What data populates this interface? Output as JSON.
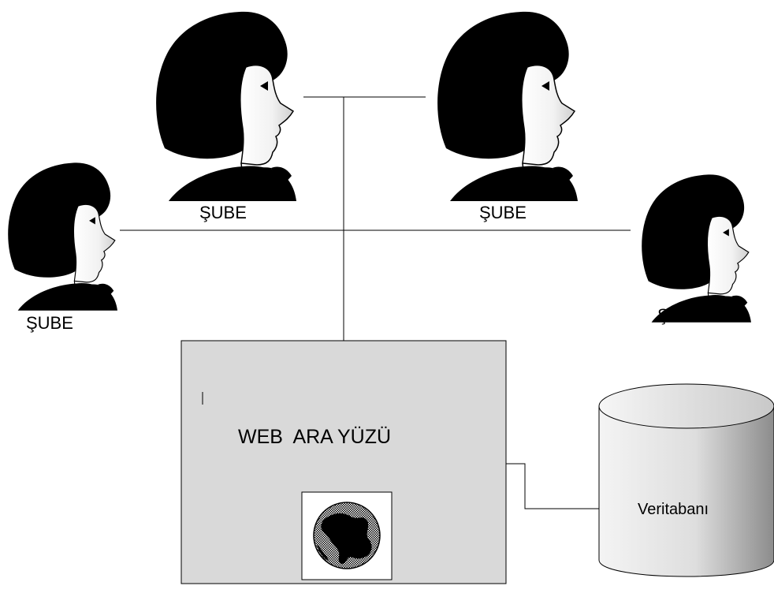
{
  "branches": [
    {
      "label": "ŞUBE"
    },
    {
      "label": "ŞUBE"
    },
    {
      "label": "ŞUBE"
    },
    {
      "label": "ŞUBE"
    }
  ],
  "web_interface": {
    "label": "WEB  ARA YÜZÜ",
    "icon": "globe-icon"
  },
  "database": {
    "label": "Veritabanı"
  },
  "colors": {
    "server_box": "#d9d9d9",
    "line": "#000000",
    "hair": "#000000",
    "face": "#ffffff"
  }
}
